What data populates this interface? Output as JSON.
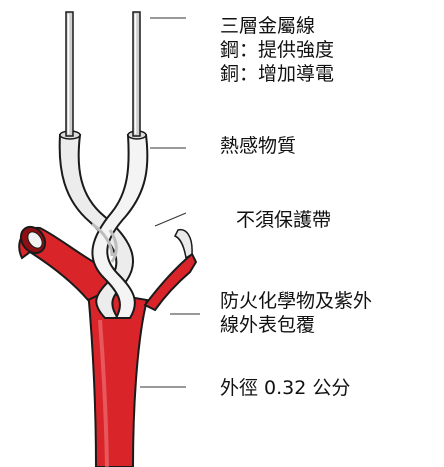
{
  "labels": {
    "conductor": {
      "lines": [
        "三層金屬線",
        "鋼：提供強度",
        "銅：增加導電"
      ]
    },
    "thermal_material": {
      "lines": [
        "熱感物質"
      ]
    },
    "no_tape": {
      "lines": [
        "不須保護帶"
      ]
    },
    "jacket": {
      "lines": [
        "防火化學物及紫外",
        "線外表包覆"
      ]
    },
    "diameter": {
      "lines": [
        "外徑 0.32 公分"
      ]
    }
  },
  "colors": {
    "jacket_red": "#d9252a",
    "jacket_dark": "#8e0f12",
    "insulation": "#ececec",
    "insulation_shade": "#bdbdbd",
    "wire_metal": "#cfcfcf",
    "outline": "#1a1a1a",
    "leader_line": "#333333"
  }
}
